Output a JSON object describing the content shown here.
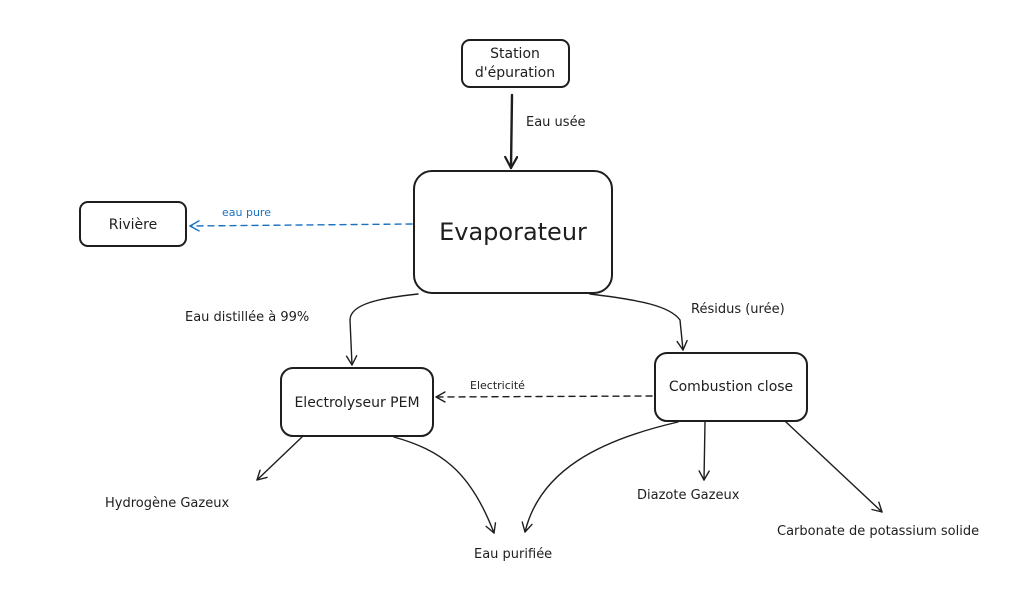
{
  "nodes": {
    "station": {
      "line1": "Station",
      "line2": "d'épuration"
    },
    "evaporateur": {
      "label": "Evaporateur"
    },
    "riviere": {
      "label": "Rivière"
    },
    "electrolyseur": {
      "label": "Electrolyseur PEM"
    },
    "combustion": {
      "label": "Combustion close"
    }
  },
  "edges": {
    "eau_usee": "Eau usée",
    "eau_pure": "eau pure",
    "eau_distillee": "Eau distillée à 99%",
    "residus": "Résidus (urée)",
    "electricite": "Electricité"
  },
  "outputs": {
    "hydrogene": "Hydrogène Gazeux",
    "eau_purifiee": "Eau purifiée",
    "diazote": "Diazote Gazeux",
    "carbonate": "Carbonate de potassium solide"
  },
  "colors": {
    "stroke": "#1e1e1e",
    "accent_blue": "#1971c2",
    "background": "#ffffff"
  }
}
